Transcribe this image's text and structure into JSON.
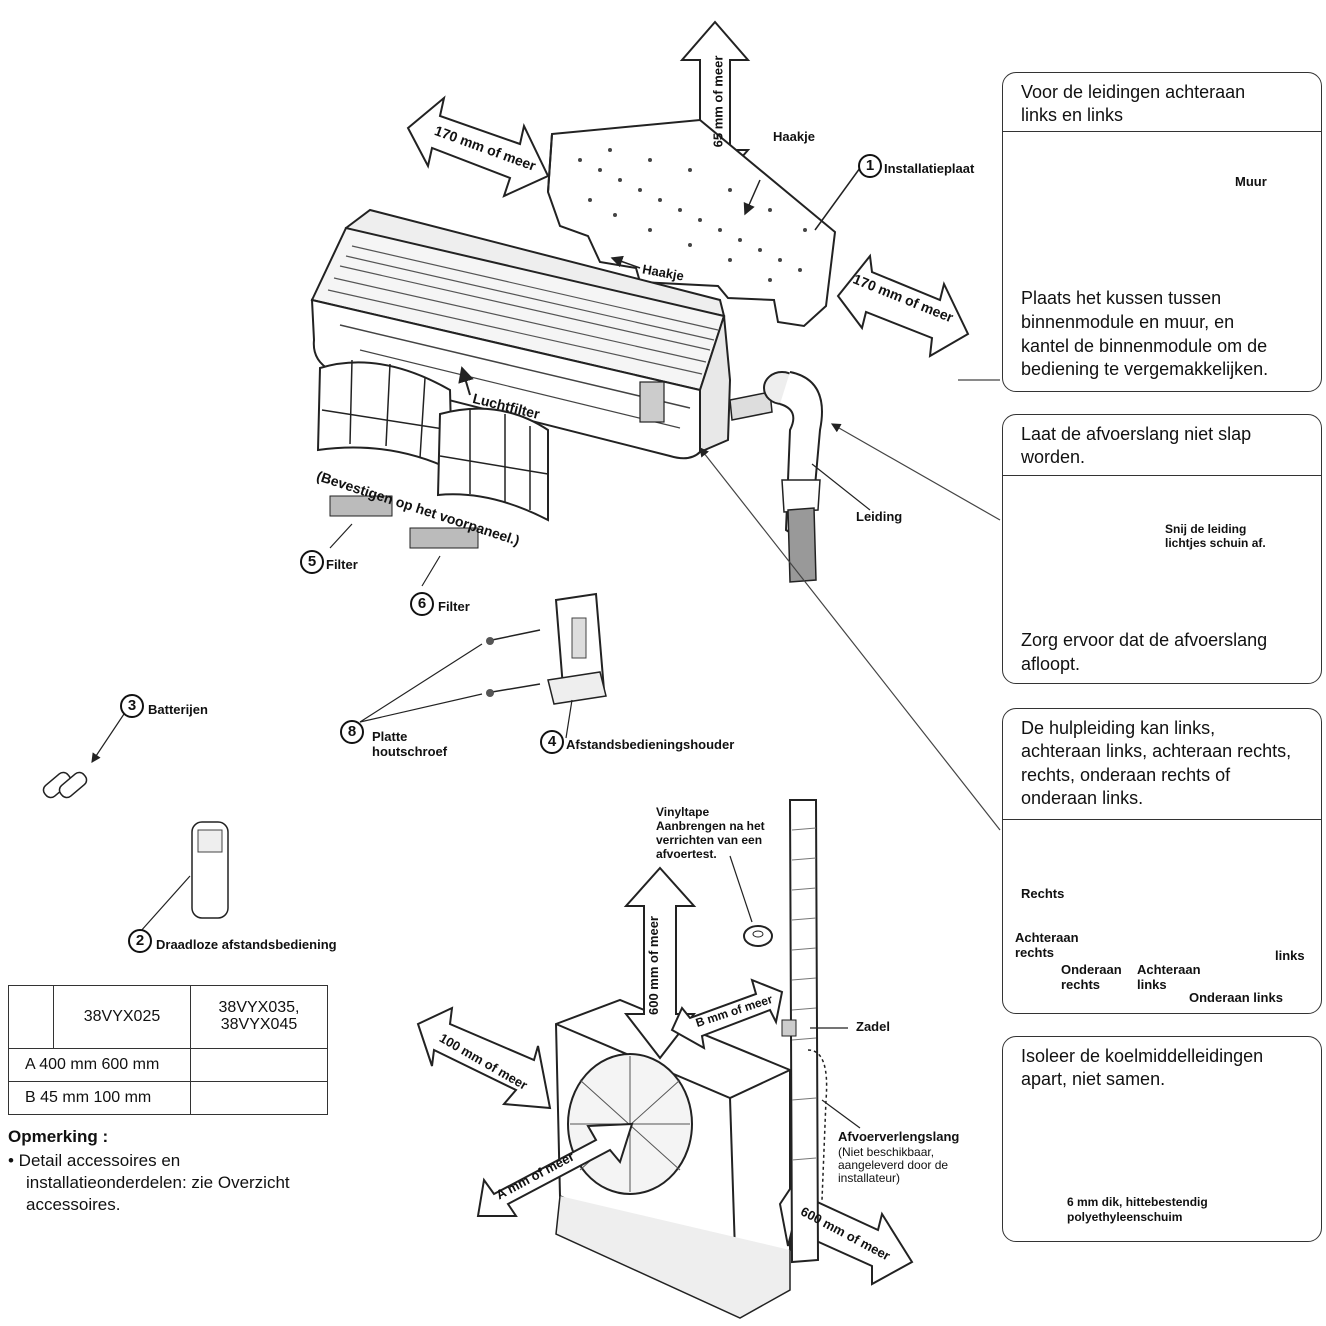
{
  "clearances": {
    "top_indoor": "65 mm of meer",
    "left_indoor": "170 mm of meer",
    "right_indoor": "170 mm of meer",
    "top_outdoor": "600 mm of meer",
    "left_outdoor": "100 mm of meer",
    "front_outdoor": "A mm of meer",
    "back_outdoor": "B mm of meer",
    "right_outdoor": "600 mm of meer"
  },
  "labels": {
    "haakje_top": "Haakje",
    "haakje_bottom": "Haakje",
    "installatieplaat": "Installatieplaat",
    "luchtfilter": "Luchtfilter",
    "bevestigen": "(Bevestigen op het voorpaneel.)",
    "filter5": "Filter",
    "filter6": "Filter",
    "batterijen": "Batterijen",
    "draadloze": "Draadloze afstandsbediening",
    "platte1": "Platte",
    "platte2": "houtschroef",
    "houder": "Afstandsbedieningshouder",
    "leiding": "Leiding",
    "vinyl1": "Vinyltape",
    "vinyl2": "Aanbrengen na het",
    "vinyl3": "verrichten van een",
    "vinyl4": "afvoertest.",
    "zadel": "Zadel",
    "afvoer_title": "Afvoerverlengslang",
    "afvoer_sub1": "(Niet beschikbaar,",
    "afvoer_sub2": "aangeleverd door de",
    "afvoer_sub3": "installateur)"
  },
  "numbers": {
    "n1": "1",
    "n2": "2",
    "n3": "3",
    "n4": "4",
    "n5": "5",
    "n6": "6",
    "n8": "8"
  },
  "box1": {
    "title1": "Voor de leidingen achteraan",
    "title2": "links en links",
    "muur": "Muur",
    "body1": "Plaats het kussen tussen",
    "body2": "binnenmodule en muur, en",
    "body3": "kantel de binnenmodule om de",
    "body4": "bediening te vergemakkelijken."
  },
  "box2": {
    "title1": "Laat de afvoerslang niet slap",
    "title2": "worden.",
    "snij1": "Snij de leiding",
    "snij2": "lichtjes schuin af.",
    "body1": "Zorg ervoor dat de afvoerslang",
    "body2": "afloopt."
  },
  "box3": {
    "title1": "De hulpleiding kan links,",
    "title2": "achteraan links, achteraan rechts,",
    "title3": "rechts, onderaan rechts of",
    "title4": "onderaan links.",
    "rechts": "Rechts",
    "achteraan_rechts1": "Achteraan",
    "achteraan_rechts2": "rechts",
    "onderaan_rechts1": "Onderaan",
    "onderaan_rechts2": "rechts",
    "achteraan_links1": "Achteraan",
    "achteraan_links2": "links",
    "links": "links",
    "onderaan_links": "Onderaan links"
  },
  "box4": {
    "title1": "Isoleer de koelmiddelleidingen",
    "title2": "apart, niet samen.",
    "cap1": "6 mm dik, hittebestendig",
    "cap2": "polyethyleenschuim"
  },
  "table": {
    "h1": "38VYX025",
    "h2a": "38VYX035,",
    "h2b": "38VYX045",
    "r1": "A 400 mm 600 mm",
    "r2": "B 45 mm 100 mm"
  },
  "note": {
    "title": "Opmerking :",
    "l1": "• Detail accessoires en",
    "l2": "installatieonderdelen: zie Overzicht",
    "l3": "accessoires."
  }
}
